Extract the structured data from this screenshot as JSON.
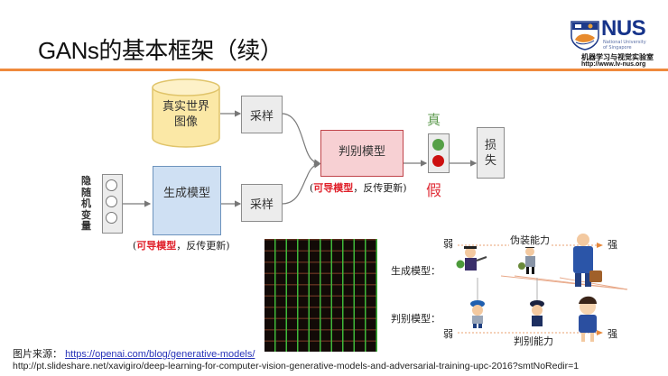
{
  "slide": {
    "title": "GANs的基本框架（续）",
    "accent_color": "#ef8a3c"
  },
  "logo": {
    "name": "NUS",
    "subtitle_line1": "National University",
    "subtitle_line2": "of Singapore",
    "lab_name": "机器学习与视觉实验室",
    "lab_url": "http://www.lv-nus.org"
  },
  "diagram": {
    "real_images": "真实世界图像",
    "real_images_line1": "真实世界",
    "real_images_line2": "图像",
    "sample_top": "采样",
    "sample_bottom": "采样",
    "latent_label": "隐随机变量",
    "latent_chars": [
      "隐",
      "随",
      "机",
      "变",
      "量"
    ],
    "generator": "生成模型",
    "generator_note_red": "可导模型",
    "generator_note_rest": "，反传更新",
    "discriminator": "判别模型",
    "discriminator_note_red": "可导模型",
    "discriminator_note_rest": "，反传更新",
    "real_label": "真",
    "fake_label": "假",
    "loss": "损失",
    "loss_line1": "损",
    "loss_line2": "失",
    "colors": {
      "real_db": "#fbe8a6",
      "generator": "#cfe0f3",
      "discriminator": "#f7d0d3",
      "green_light": "#55a047",
      "red_light": "#cc1010"
    }
  },
  "cartoon": {
    "generator_row_label": "生成模型：",
    "discriminator_row_label": "判别模型：",
    "top_axis_weak": "弱",
    "top_axis_label": "伪装能力",
    "top_axis_strong": "强",
    "bottom_axis_weak": "弱",
    "bottom_axis_label": "判别能力",
    "bottom_axis_strong": "强"
  },
  "sources": {
    "prefix": "图片来源：",
    "link1": "https://openai.com/blog/generative-models/",
    "link2": "http://pt.slideshare.net/xavigiro/deep-learning-for-computer-vision-generative-models-and-adversarial-training-upc-2016?smtNoRedir=1"
  }
}
